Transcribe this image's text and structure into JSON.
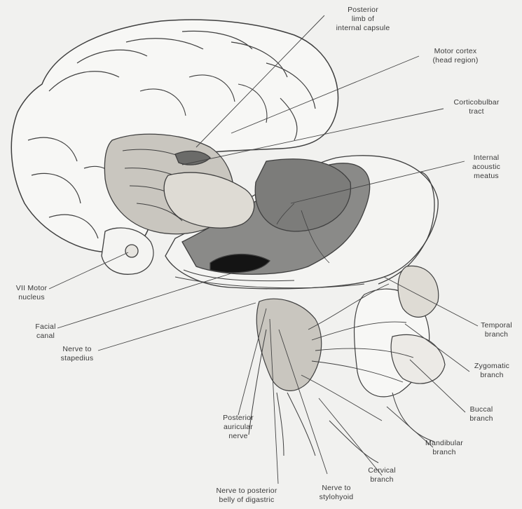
{
  "labels": {
    "posterior_limb": "Posterior\nlimb of\ninternal capsule",
    "motor_cortex": "Motor cortex\n(head region)",
    "corticobulbar": "Corticobulbar\ntract",
    "internal_acoustic": "Internal\nacoustic\nmeatus",
    "vii_motor": "VII Motor\nnucleus",
    "facial_canal": "Facial\ncanal",
    "nerve_stapedius": "Nerve to\nstapedius",
    "temporal_branch": "Temporal\nbranch",
    "zygomatic_branch": "Zygomatic\nbranch",
    "buccal_branch": "Buccal\nbranch",
    "mandibular_branch": "Mandibular\nbranch",
    "cervical_branch": "Cervical\nbranch",
    "posterior_auricular": "Posterior\nauricular\nnerve",
    "nerve_posterior_belly": "Nerve to posterior\nbelly of digastric",
    "nerve_stylohyoid": "Nerve to\nstylohyoid"
  },
  "colors": {
    "background": "#f1f1ef",
    "line": "#444444",
    "skull_fill": "#8a8a88",
    "skull_dark": "#6e6e6c",
    "gland_fill": "#c9c6bf",
    "cortex_fill": "#f7f7f5"
  }
}
